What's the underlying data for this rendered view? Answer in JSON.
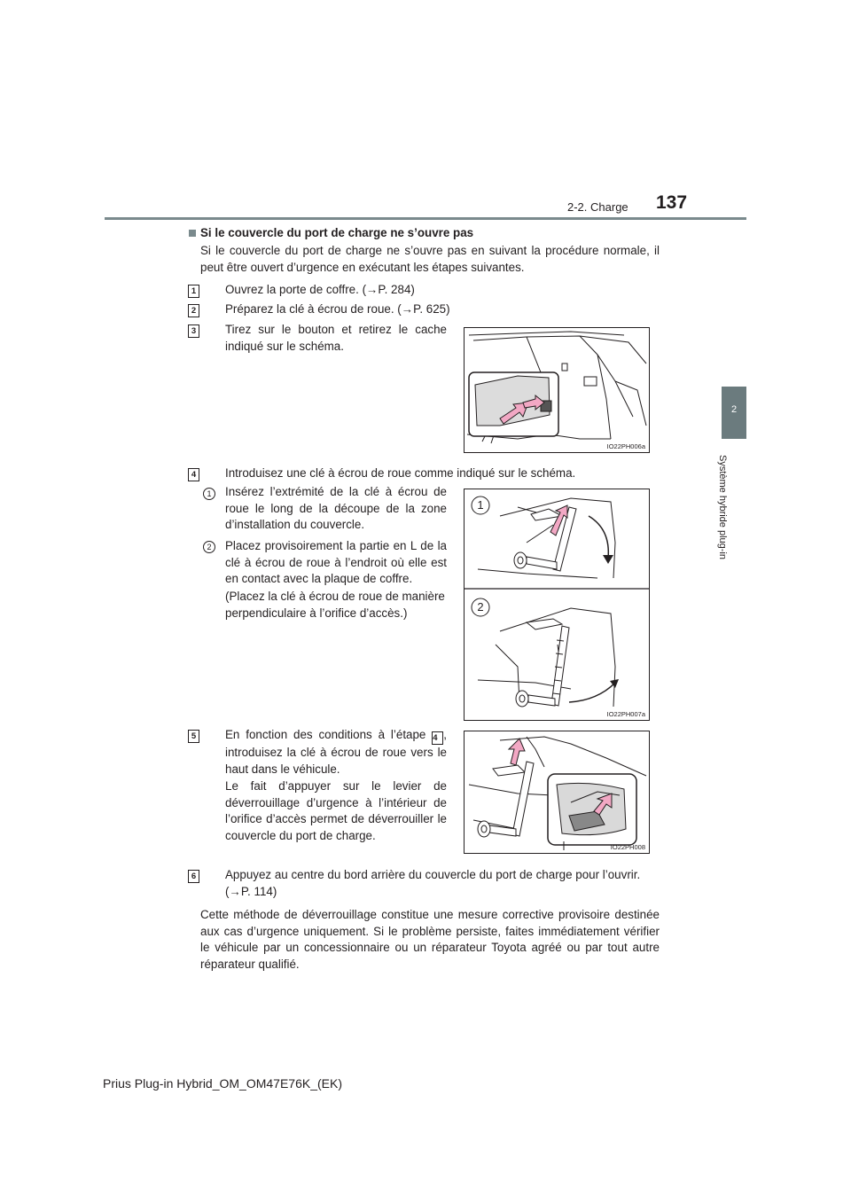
{
  "header": {
    "section": "2-2. Charge",
    "page_number": "137"
  },
  "side_tab": {
    "chapter_number": "2",
    "chapter_title": "Système hybride plug-in"
  },
  "content": {
    "heading": "Si le couvercle du port de charge ne s’ouvre pas",
    "intro": "Si le couvercle du port de charge ne s’ouvre pas en suivant la procédure normale, il peut être ouvert d’urgence en exécutant les étapes suivantes.",
    "steps": [
      {
        "num": "1",
        "text": "Ouvrez la porte de coffre. (→P. 284)"
      },
      {
        "num": "2",
        "text": "Préparez la clé à écrou de roue. (→P. 625)"
      },
      {
        "num": "3",
        "text": "Tirez sur le bouton et retirez le cache indiqué sur le schéma."
      },
      {
        "num": "4",
        "text": "Introduisez une clé à écrou de roue comme indiqué sur le schéma."
      },
      {
        "num": "5",
        "text_before": "En fonction des conditions à l’étape",
        "ref": "4",
        "text_after": ", introduisez la clé à écrou de roue vers le haut dans le véhicule.",
        "note": "Le fait d’appuyer sur le levier de déverrouillage d’urgence à l’intérieur de l’orifice d’accès permet de déverrouiller le couvercle du port de charge."
      },
      {
        "num": "6",
        "text": "Appuyez au centre du bord arrière du couvercle du port de charge pour l’ouvrir. (→P. 114)"
      }
    ],
    "substeps": [
      {
        "num": "1",
        "text": "Insérez l’extrémité de la clé à écrou de roue le long de la découpe de la zone d’installation du couvercle."
      },
      {
        "num": "2",
        "text": "Placez provisoirement la partie en L de la clé à écrou de roue à l’endroit où elle est en contact avec la plaque de coffre.",
        "note": "(Placez la clé à écrou de roue de manière perpendiculaire à l’orifice d’accès.)"
      }
    ],
    "closing": "Cette méthode de déverrouillage constitue une mesure corrective provisoire destinée aux cas d’urgence uniquement. Si le problème persiste, faites immédiatement vérifier le véhicule par un concessionnaire ou un réparateur Toyota agréé ou par tout autre réparateur qualifié."
  },
  "figures": {
    "fig1_code": "IO22PH006a",
    "fig2_code": "IO22PH007a",
    "fig2_labels": [
      "1",
      "2"
    ],
    "fig3_code": "IO22PH008"
  },
  "footer": {
    "manual_id": "Prius Plug-in Hybrid_OM_OM47E76K_(EK)"
  },
  "colors": {
    "rule": "#7a8a8d",
    "tab": "#6b7b7e",
    "arrow_fill": "#f2a8c4"
  }
}
